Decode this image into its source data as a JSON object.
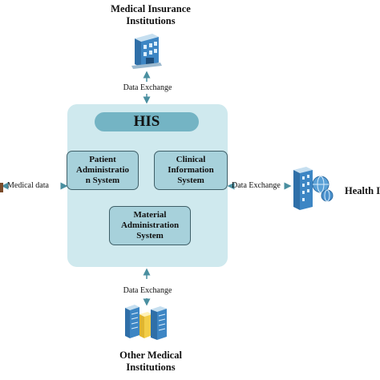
{
  "nodes": {
    "top": "Medical Insurance\nInstitutions",
    "bottom": "Other Medical\nInstitutions",
    "right": "Health I"
  },
  "his": {
    "title": "HIS",
    "modules": {
      "patient": "Patient\nAdministratio\nn System",
      "clinical": "Clinical\nInformation\nSystem",
      "material": "Material\nAdministration\nSystem"
    }
  },
  "edges": {
    "top": "Data Exchange",
    "right": "Data Exchange",
    "bottom": "Data Exchange",
    "left": "Medical data"
  },
  "icons": {
    "top": "building-icon",
    "right": "health-building-globe-icon",
    "bottom": "server-racks-icon"
  },
  "colors": {
    "panel": "#cfe9ee",
    "pill": "#74b4c4",
    "module": "#a7d1db",
    "arrow": "#4a8fa0"
  }
}
